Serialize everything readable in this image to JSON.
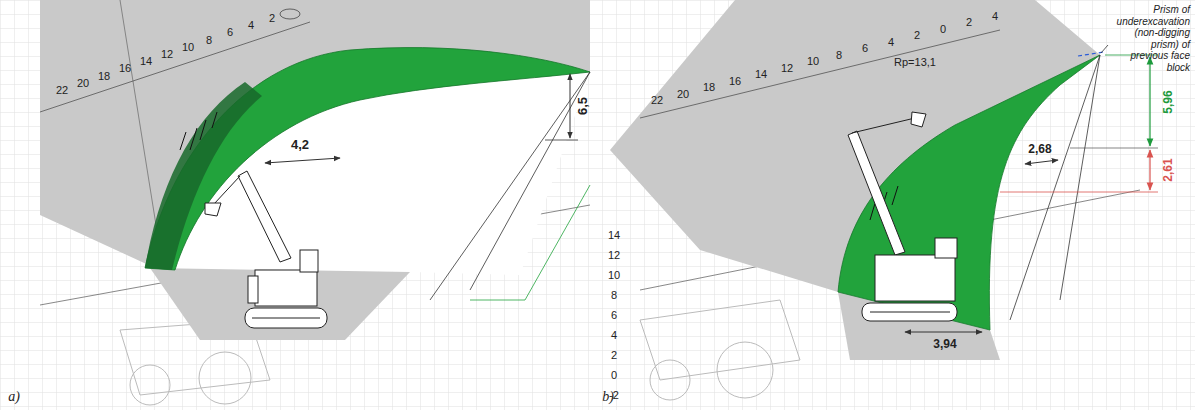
{
  "diagram": {
    "labels": [
      "22",
      "20",
      "18",
      "16",
      "14",
      "12",
      "10",
      "8",
      "6",
      "4",
      "2",
      "4,2",
      "6,5",
      "a)",
      "22",
      "20",
      "18",
      "16",
      "14",
      "12",
      "10",
      "8",
      "6",
      "4",
      "2",
      "0",
      "2",
      "4",
      "Rp=13,1",
      "Prism of underexcavation (non-digging prism) of previous face block",
      "5,96",
      "2,61",
      "2,68",
      "14",
      "12",
      "10",
      "8",
      "6",
      "4",
      "2",
      "0",
      "-2",
      "3,94",
      "b)"
    ]
  }
}
